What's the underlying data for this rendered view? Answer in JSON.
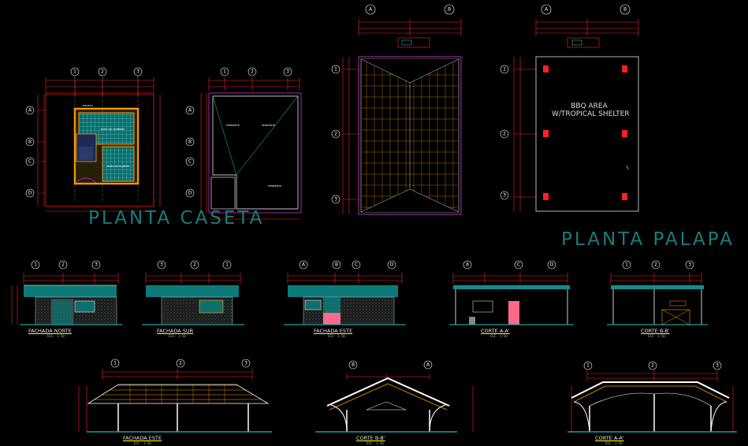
{
  "titles": {
    "caseta": "PLANTA  CASETA",
    "palapa": "PLANTA  PALAPA"
  },
  "bbq": {
    "line1": "BBQ AREA",
    "line2": "W/TROPICAL SHELTER"
  },
  "labels": {
    "fachada_norte": "FACHADA NORTE",
    "fachada_sur": "FACHADA SUR",
    "fachada_este_1": "FACHADA ESTE",
    "corte_aa_1": "CORTE A-A'",
    "corte_bb_1": "CORTE B-B'",
    "fachada_este_2": "FACHADA ESTE",
    "corte_bb_2": "CORTE B-B'",
    "corte_aa_2": "CORTE A-A'"
  },
  "scale_note": "ESC. 1:50",
  "grid_axes": {
    "caseta_cols": [
      "1",
      "2",
      "3"
    ],
    "caseta_rows": [
      "A",
      "B",
      "C",
      "D"
    ],
    "techo_cols": [
      "1",
      "2",
      "3"
    ],
    "techo_rows": [
      "A",
      "B",
      "C",
      "D"
    ],
    "palapa_cols": [
      "A",
      "B"
    ],
    "palapa_rows": [
      "1",
      "2",
      "3"
    ],
    "norte": [
      "1",
      "2",
      "3"
    ],
    "sur": [
      "3",
      "2",
      "1"
    ],
    "este": [
      "A",
      "B",
      "C",
      "D"
    ],
    "corte_a": [
      "A",
      "C",
      "D"
    ],
    "corte_b": [
      "1",
      "2",
      "3"
    ],
    "bottom_este": [
      "1",
      "2",
      "3"
    ],
    "bottom_bb": [
      "B",
      "A"
    ],
    "bottom_aa": [
      "1",
      "2",
      "3"
    ]
  },
  "colors": {
    "background": "#000000",
    "dimension": "#ff2020",
    "wall": "#ff9900",
    "hatch": "#6e5a1e",
    "grid": "#ffffff",
    "teal_text": "#1b7c7c",
    "tile_teal": "#0e8f8f",
    "magenta": "#cc33cc",
    "pink": "#ff6a8a"
  }
}
